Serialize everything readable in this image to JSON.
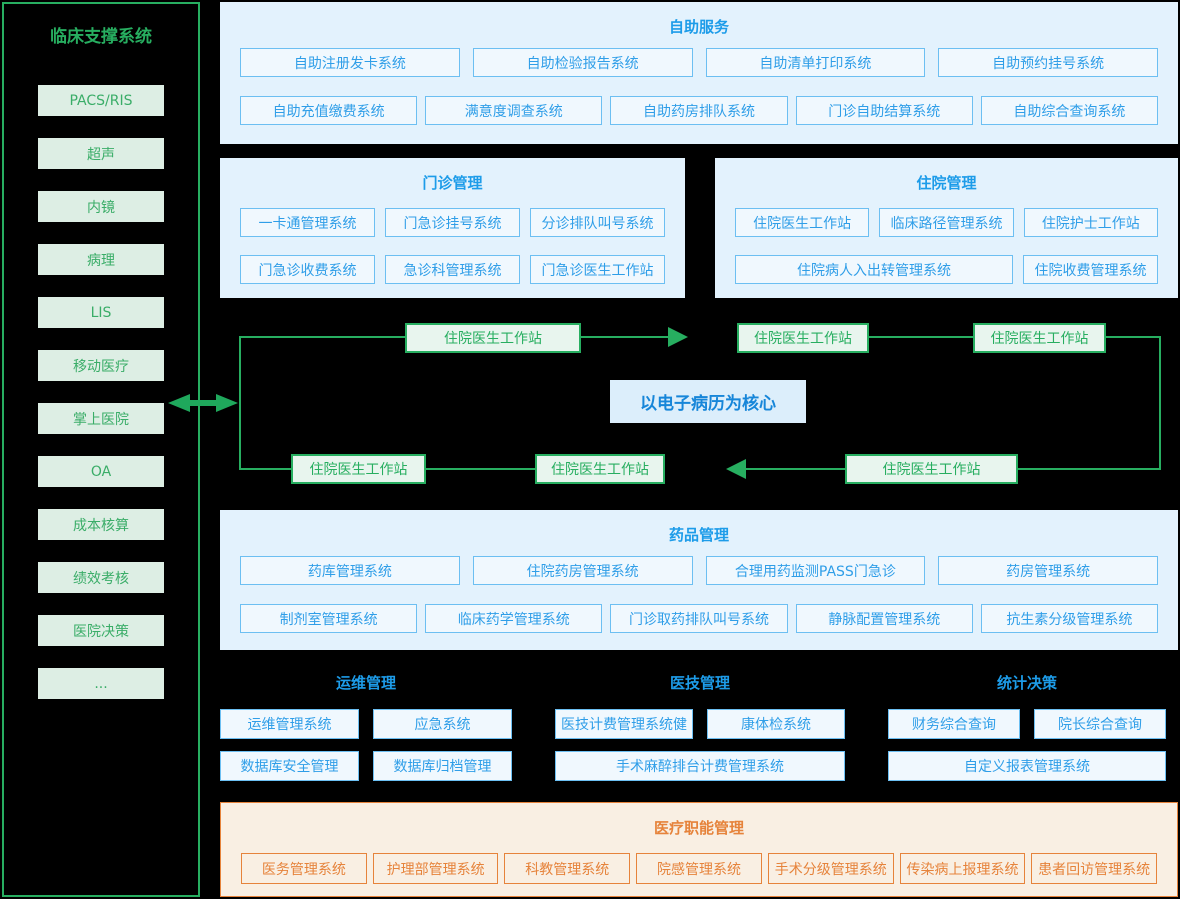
{
  "colors": {
    "green": "#27ae60",
    "blue_text": "#2f9ee8",
    "blue_title": "#1d9ce9",
    "blue_panel_bg": "#e3f2fd",
    "orange": "#e6833b",
    "background": "#000000"
  },
  "sidebar": {
    "title": "临床支撑系统",
    "items": [
      "PACS/RIS",
      "超声",
      "内镜",
      "病理",
      "LIS",
      "移动医疗",
      "掌上医院",
      "OA",
      "成本核算",
      "绩效考核",
      "医院决策",
      "..."
    ]
  },
  "panels": {
    "self_service": {
      "title": "自助服务",
      "row1": [
        "自助注册发卡系统",
        "自助检验报告系统",
        "自助清单打印系统",
        "自助预约挂号系统"
      ],
      "row2": [
        "自助充值缴费系统",
        "满意度调查系统",
        "自助药房排队系统",
        "门诊自助结算系统",
        "自助综合查询系统"
      ]
    },
    "outpatient": {
      "title": "门诊管理",
      "row1": [
        "一卡通管理系统",
        "门急诊挂号系统",
        "分诊排队叫号系统"
      ],
      "row2": [
        "门急诊收费系统",
        "急诊科管理系统",
        "门急诊医生工作站"
      ]
    },
    "inpatient": {
      "title": "住院管理",
      "row1": [
        "住院医生工作站",
        "临床路径管理系统",
        "住院护士工作站"
      ],
      "row2": [
        "住院病人入出转管理系统",
        "住院收费管理系统"
      ]
    },
    "pharmacy": {
      "title": "药品管理",
      "row1": [
        "药库管理系统",
        "住院药房管理系统",
        "合理用药监测PASS门急诊",
        "药房管理系统"
      ],
      "row2": [
        "制剂室管理系统",
        "临床药学管理系统",
        "门诊取药排队叫号系统",
        "静脉配置管理系统",
        "抗生素分级管理系统"
      ]
    },
    "medical_admin": {
      "title": "医疗职能管理",
      "boxes": [
        "医务管理系统",
        "护理部管理系统",
        "科教管理系统",
        "院感管理系统",
        "手术分级管理系统",
        "传染病上报理系统",
        "患者回访管理系统"
      ]
    }
  },
  "flow": {
    "core": "以电子病历为核心",
    "stations": [
      "住院医生工作站",
      "住院医生工作站",
      "住院医生工作站",
      "住院医生工作站",
      "住院医生工作站",
      "住院医生工作站"
    ]
  },
  "bottom": {
    "ops": {
      "title": "运维管理",
      "row1": [
        "运维管理系统",
        "应急系统"
      ],
      "row2": [
        "数据库安全管理",
        "数据库归档管理"
      ]
    },
    "medtech": {
      "title": "医技管理",
      "row1": [
        "医技计费管理系统健",
        "康体检系统"
      ],
      "row2": [
        "手术麻醉排台计费管理系统"
      ]
    },
    "stats": {
      "title": "统计决策",
      "row1": [
        "财务综合查询",
        "院长综合查询"
      ],
      "row2": [
        "自定义报表管理系统"
      ]
    }
  }
}
